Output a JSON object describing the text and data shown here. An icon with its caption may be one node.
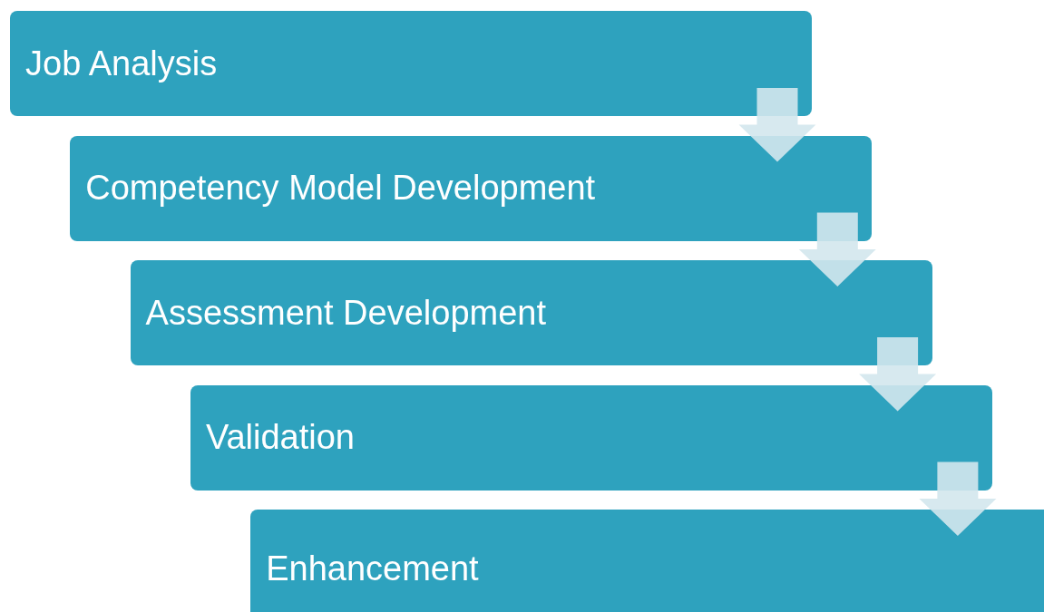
{
  "diagram": {
    "nodes": [
      {
        "text": [
          "Job Analysis"
        ]
      },
      {
        "text": [
          "Competency Model Development"
        ]
      },
      {
        "text": [
          "Assessment Development"
        ]
      },
      {
        "text": [
          "Validation"
        ]
      },
      {
        "text": [
          "Enhancement"
        ]
      }
    ],
    "edges": [
      {
        "from": 0,
        "to": 1,
        "arrow": "to"
      },
      {
        "from": 1,
        "to": 2,
        "arrow": "to"
      },
      {
        "from": 2,
        "to": 3,
        "arrow": "to"
      },
      {
        "from": 3,
        "to": 4,
        "arrow": "to"
      }
    ]
  }
}
